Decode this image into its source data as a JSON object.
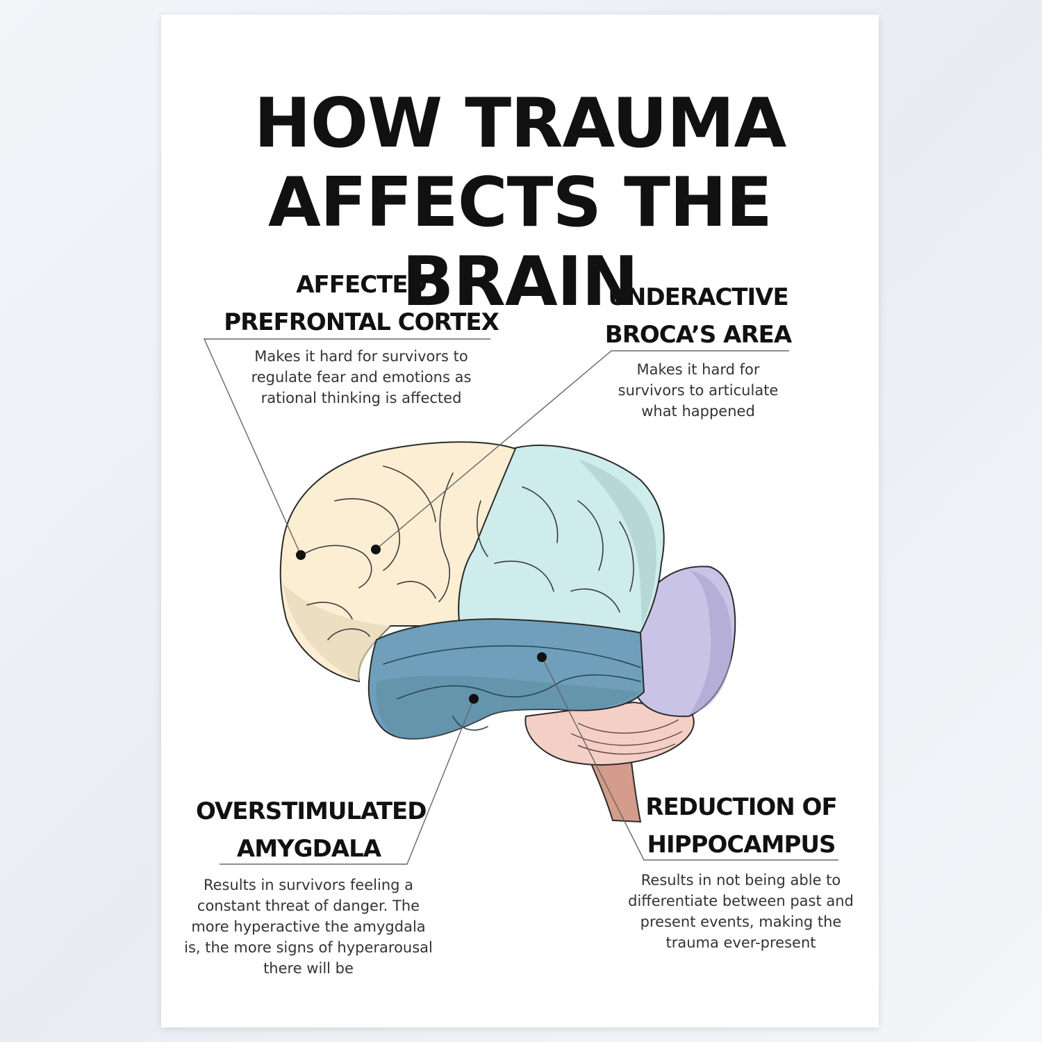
{
  "title": {
    "line1": "HOW TRAUMA",
    "line2": "AFFECTS THE BRAIN"
  },
  "callouts": {
    "prefrontal": {
      "heading_line1": "AFFECTED",
      "heading_line2": "PREFRONTAL CORTEX",
      "description": "Makes it hard for survivors to regulate fear and emotions as rational thinking is affected"
    },
    "broca": {
      "heading_line1": "UNDERACTIVE",
      "heading_line2": "BROCA’S AREA",
      "description": "Makes it hard for survivors to articulate what happened"
    },
    "amygdala": {
      "heading_line1": "OVERSTIMULATED",
      "heading_line2": "AMYGDALA",
      "description": "Results in survivors feeling a constant threat of danger. The more hyperactive the amygdala is, the more signs of hyperarousal there will be"
    },
    "hippocampus": {
      "heading_line1": "REDUCTION OF",
      "heading_line2": "HIPPOCAMPUS",
      "description": "Results in not being able to differentiate between past and present events, making the trauma ever-present"
    }
  },
  "colors": {
    "frontal_lobe": "#fbeed2",
    "parietal_lobe": "#cdeceb",
    "temporal_lobe": "#6f9fba",
    "occipital_lobe": "#c9c4e6",
    "cerebellum": "#f4cfc6",
    "brainstem": "#d49c8a",
    "outline": "#2b2b2b"
  }
}
